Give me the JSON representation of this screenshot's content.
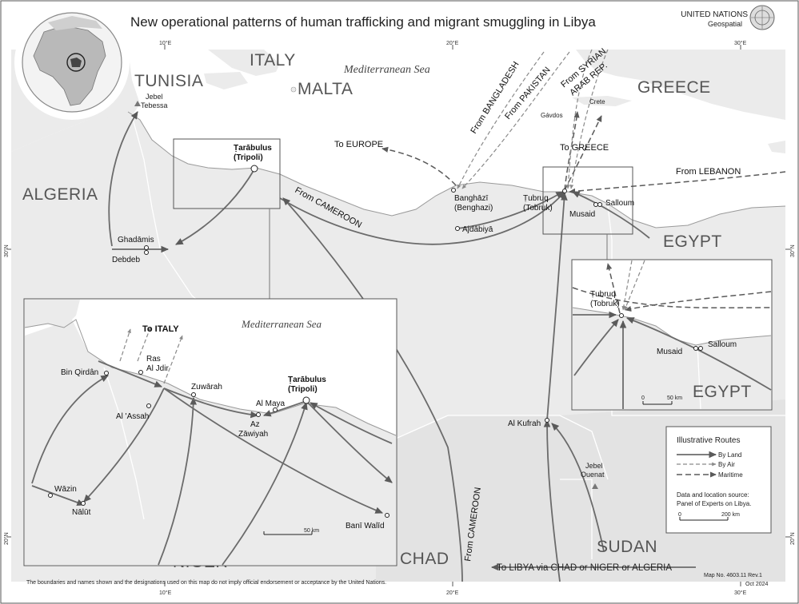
{
  "title": "New operational patterns of human trafficking and migrant smuggling in Libya",
  "agency": {
    "line1": "UNITED NATIONS",
    "line2": "Geospatial"
  },
  "countries": {
    "tunisia": "TUNISIA",
    "algeria": "ALGERIA",
    "italy": "ITALY",
    "malta": "MALTA",
    "greece": "GREECE",
    "egypt": "EGYPT",
    "niger": "NIGER",
    "chad": "CHAD",
    "sudan": "SUDAN"
  },
  "seas": {
    "main": "Mediterranean Sea",
    "inset": "Mediterranean Sea"
  },
  "coords": {
    "lon10": "10°E",
    "lon20": "20°E",
    "lon30": "30°E",
    "lat30": "30°N",
    "lat20": "20°N"
  },
  "places": {
    "jebel_tebessa": [
      "Jebel",
      "Tebessa"
    ],
    "ghadamis": "Ghadāmis",
    "debdeb": "Debdeb",
    "tripoli": [
      "Ṭarābulus",
      "(Tripoli)"
    ],
    "benghazi": [
      "Banghāzī",
      "(Benghazi)"
    ],
    "ajdabiya": "Ajdābiyā",
    "tobruk": [
      "Ṭubruq",
      "(Tobruk)"
    ],
    "musaid": "Musaid",
    "salloum": "Salloum",
    "gavdos": "Gávdos",
    "crete": "Crete",
    "kufrah": "Al Kufrah",
    "jebel_ouenat": [
      "Jebel",
      "Ouenat"
    ]
  },
  "routes": {
    "to_europe": "To EUROPE",
    "to_greece": "To GREECE",
    "from_lebanon": "From LEBANON",
    "from_cameroon_1": "From CAMEROON",
    "from_cameroon_2": "From CAMEROON",
    "from_bangladesh": "From BANGLADESH",
    "from_pakistan": "From PAKISTAN",
    "from_syria": [
      "From SYRIAN",
      "ARAB REP."
    ],
    "to_libya": "To LIBYA via CHAD or NIGER or ALGERIA"
  },
  "inset_west": {
    "sea": "Mediterranean Sea",
    "to_italy": "To ITALY",
    "places": {
      "bin_qirdan": "Bin Qirdân",
      "ras_ajdir": [
        "Ras",
        "Al Jdir"
      ],
      "zuwarah": "Zuwārah",
      "al_assah": "Al 'Assah",
      "tripoli": [
        "Ṭarābulus",
        "(Tripoli)"
      ],
      "al_maya": "Al Maya",
      "az_zawiyah": [
        "Az",
        "Zāwiyah"
      ],
      "wazin": "Wāzin",
      "nalut": "Nālūt",
      "bani_walid": "Banī Walīd"
    },
    "scale": "50 km"
  },
  "inset_east": {
    "places": {
      "tobruk": [
        "Ṭubruq",
        "(Tobruk)"
      ],
      "musaid": "Musaid",
      "salloum": "Salloum"
    },
    "country": "EGYPT",
    "scale_zero": "0",
    "scale": "50 km"
  },
  "legend": {
    "title": "Illustrative  Routes",
    "items": [
      {
        "label": "By Land",
        "style": "land"
      },
      {
        "label": "By Air",
        "style": "air"
      },
      {
        "label": "Maritime",
        "style": "sea"
      }
    ],
    "source": [
      "Data and location source:",
      "Panel of Experts on Libya."
    ],
    "scale_zero": "0",
    "scale": "200 km"
  },
  "disclaimer": "The boundaries and names shown and the designations used on this map do not imply official endorsement or acceptance by the United Nations.",
  "map_no": [
    "Map No. 4603.11 Rev.1",
    "Oct 2024"
  ],
  "colors": {
    "land": "#ebebeb",
    "sea": "#ffffff",
    "route": "#6b6b6b"
  }
}
